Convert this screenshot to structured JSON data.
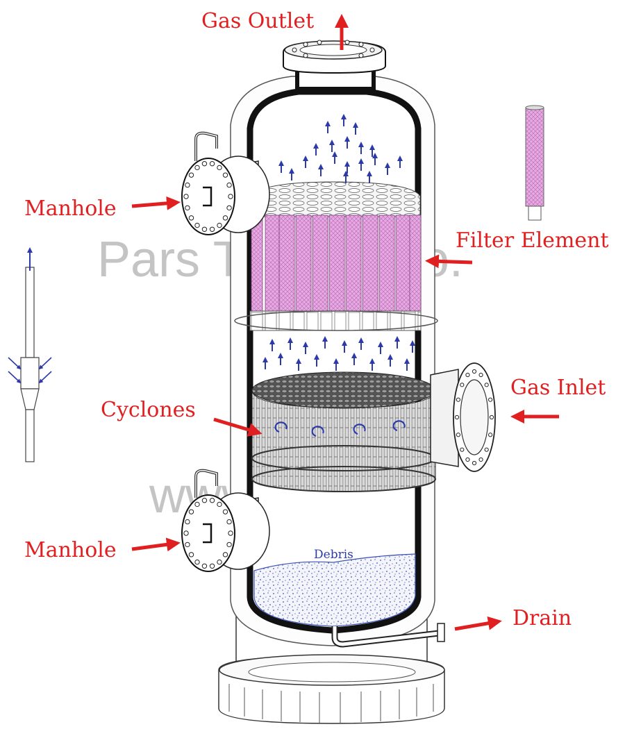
{
  "labels": {
    "gas_outlet": "Gas Outlet",
    "manhole_top": "Manhole",
    "filter_element": "Filter Element",
    "gas_inlet": "Gas Inlet",
    "cyclones": "Cyclones",
    "manhole_bottom": "Manhole",
    "debris": "Debris",
    "drain": "Drain"
  },
  "watermarks": {
    "line1": "Pars Technic co.",
    "line2": "www.ptnri.co"
  },
  "colors": {
    "label_red": "#e02020",
    "arrow_red": "#e02020",
    "flow_blue": "#2b3aa8",
    "filter_pink": "#e6a3e0",
    "debris_blue": "#3b4fb8",
    "shell_black": "#111111",
    "watermark_grey": "#bcbcbc"
  }
}
